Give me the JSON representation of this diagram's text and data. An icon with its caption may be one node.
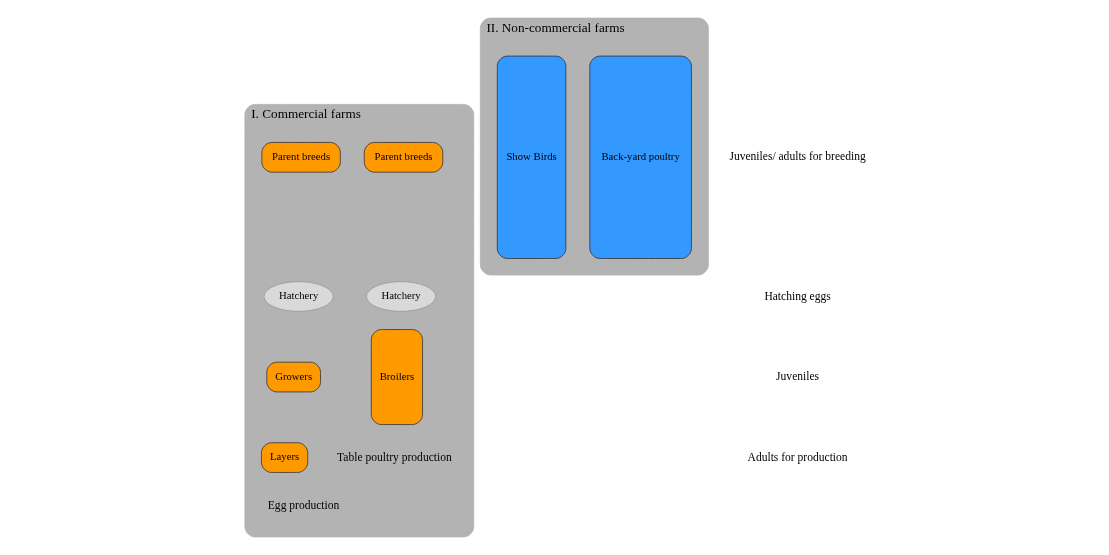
{
  "diagram": {
    "nodes": [
      {
        "text": [
          "I. Commercial farms"
        ]
      },
      {
        "text": [
          "Parent breeds"
        ],
        "in": 0
      },
      {
        "text": [
          "Hatchery"
        ],
        "in": 0
      },
      {
        "text": [
          "Broilers"
        ],
        "in": 0
      },
      {
        "text": [
          "Parent breeds"
        ],
        "in": 0
      },
      {
        "text": [
          "Hatchery"
        ],
        "in": 0
      },
      {
        "text": [
          "Growers"
        ],
        "in": 0
      },
      {
        "text": [
          "Layers"
        ],
        "in": 0
      },
      {
        "text": [
          "II. Non-commercial farms"
        ]
      },
      {
        "text": [
          "Back-yard poultry"
        ],
        "in": 8
      },
      {
        "text": [
          "Show Birds"
        ],
        "in": 8
      }
    ],
    "labels": [
      "Table poultry production",
      "Egg production",
      "Juveniles/ adults for breeding",
      "Hatching eggs",
      "Juveniles",
      "Adults for production"
    ]
  }
}
